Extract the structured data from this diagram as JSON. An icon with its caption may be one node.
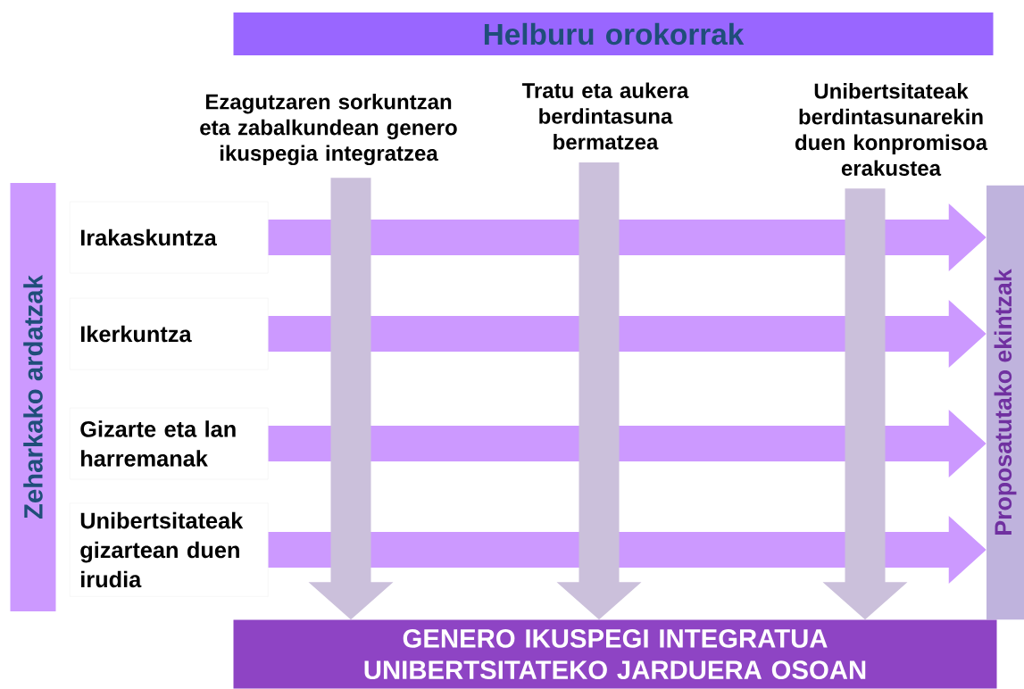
{
  "diagram": {
    "nodes": [
      {
        "text": [
          "Helburu orokorrak"
        ]
      },
      {
        "text": [
          "Ezagutzaren sorkuntzan eta zabalkundean genero ikuspegia integratzea"
        ]
      },
      {
        "text": [
          "Tratu eta aukera berdintasuna bermatzea"
        ]
      },
      {
        "text": [
          "Unibertsitateak berdintasunarekin duen konpromisoa erakustea"
        ]
      },
      {
        "text": [
          "Zeharkako ardatzak"
        ]
      },
      {
        "text": [
          "Irakaskuntza"
        ]
      },
      {
        "text": [
          "Ikerkuntza"
        ]
      },
      {
        "text": [
          "Gizarte eta lan harremanak"
        ]
      },
      {
        "text": [
          "Unibertsitateak gizartean duen irudia"
        ]
      },
      {
        "text": [
          "Proposatutako ekintzak"
        ]
      },
      {
        "text": [
          "GENERO IKUSPEGI INTEGRATUA UNIBERTSITATEKO JARDUERA OSOAN"
        ]
      }
    ],
    "edges": [
      {
        "from": 5,
        "to": 9,
        "arrow": "to"
      },
      {
        "from": 6,
        "to": 9,
        "arrow": "to"
      },
      {
        "from": 7,
        "to": 9,
        "arrow": "to"
      },
      {
        "from": 8,
        "to": 9,
        "arrow": "to"
      },
      {
        "from": 1,
        "to": 10,
        "arrow": "to",
        "color": "#cbc0db"
      },
      {
        "from": 2,
        "to": 10,
        "arrow": "to",
        "color": "#cbc0db"
      },
      {
        "from": 3,
        "to": 10,
        "arrow": "to",
        "color": "#cbc0db"
      }
    ]
  }
}
